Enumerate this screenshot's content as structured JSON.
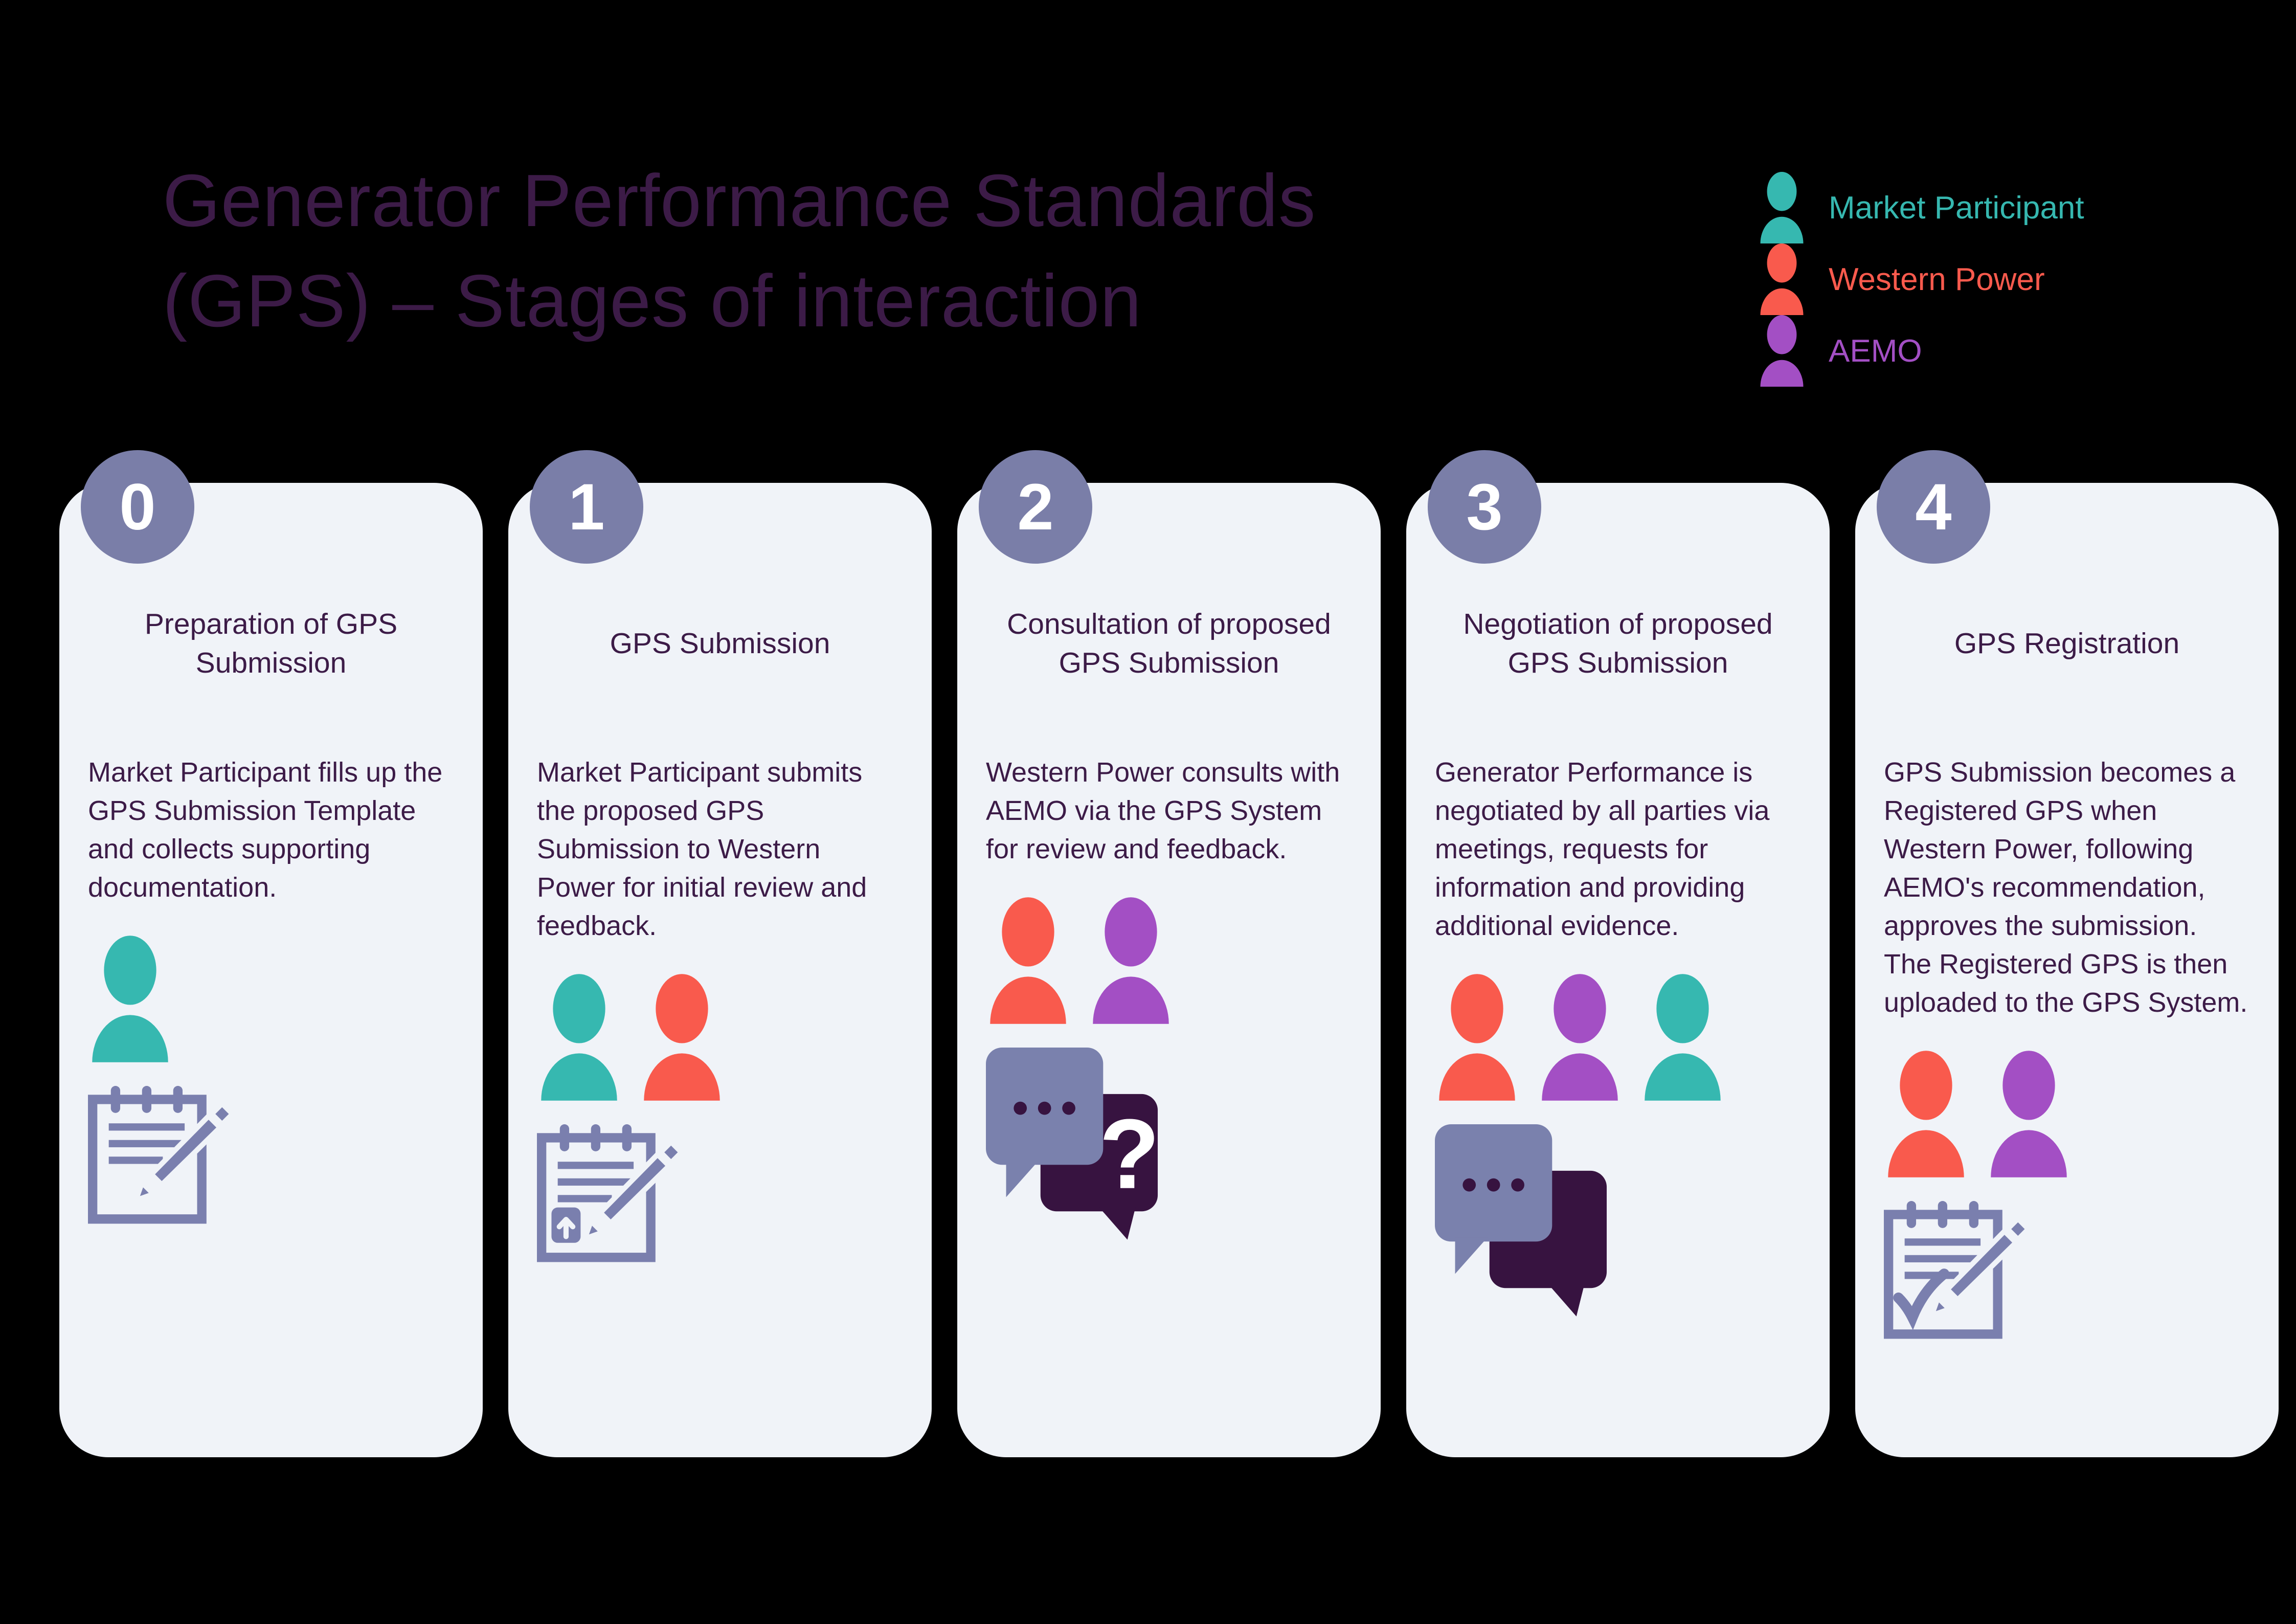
{
  "page": {
    "background": "#000000"
  },
  "header": {
    "title_line1": "Generator Performance Standards",
    "title_line2": "(GPS) – Stages of interaction",
    "title_color": "#3c1b47"
  },
  "legend": [
    {
      "id": "market-participant",
      "label": "Market Participant",
      "color": "#36b8b0"
    },
    {
      "id": "western-power",
      "label": "Western Power",
      "color": "#f95a4d"
    },
    {
      "id": "aemo",
      "label": "AEMO",
      "color": "#a34fc4"
    }
  ],
  "stages": [
    {
      "number": "0",
      "title": "Preparation of GPS Submission",
      "body": "Market Participant fills up the GPS Submission Template and collects supporting documentation.",
      "people": [
        "market-participant"
      ],
      "icon": "notepad-pencil"
    },
    {
      "number": "1",
      "title": "GPS Submission",
      "body": "Market Participant submits the proposed GPS Submission to Western Power for initial review and feedback.",
      "people": [
        "market-participant",
        "western-power"
      ],
      "icon": "notepad-upload-pencil"
    },
    {
      "number": "2",
      "title": "Consultation of proposed GPS Submission",
      "body": "Western Power consults with AEMO via the GPS System for review and feedback.",
      "people": [
        "western-power",
        "aemo"
      ],
      "icon": "chat-question"
    },
    {
      "number": "3",
      "title": "Negotiation of proposed GPS Submission",
      "body": "Generator Performance is negotiated by all parties via meetings, requests for information and providing additional evidence.",
      "people": [
        "western-power",
        "aemo",
        "market-participant"
      ],
      "icon": "chat"
    },
    {
      "number": "4",
      "title": "GPS Registration",
      "body": "GPS Submission becomes a Registered GPS when Western Power, following AEMO's recommendation, approves the submission. The Registered GPS is then uploaded to the GPS System.",
      "people": [
        "western-power",
        "aemo"
      ],
      "icon": "notepad-check-pencil"
    }
  ],
  "style_tokens": {
    "card_background": "#f0f3f8",
    "badge_color": "#7a7ea8",
    "badge_text_color": "#ffffff",
    "card_text_color": "#3c1b47",
    "pad_icon_color": "#7a7fae",
    "bubble_light_color": "#7a81ad",
    "bubble_dark_color": "#371340",
    "question_mark_color": "#ffffff"
  }
}
